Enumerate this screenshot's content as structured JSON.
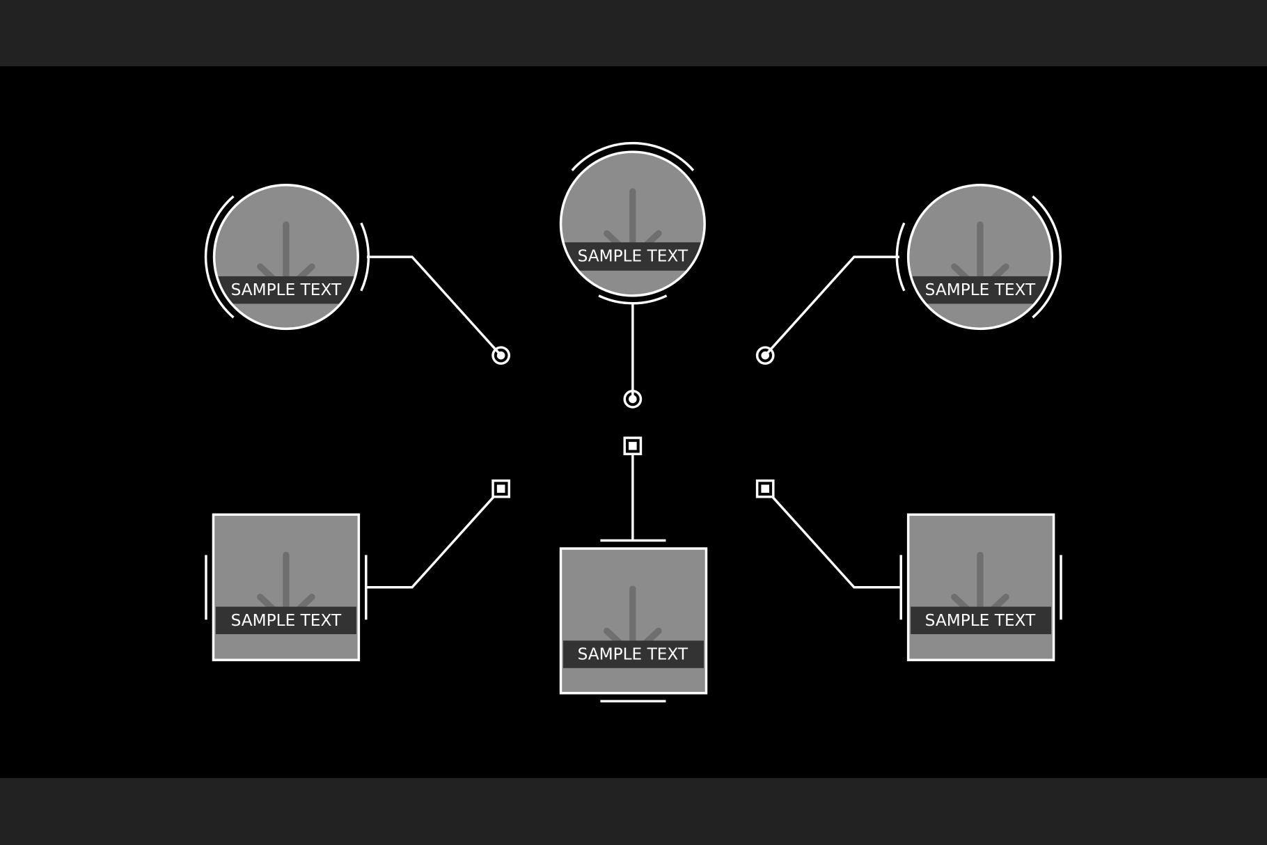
{
  "colors": {
    "background": "#000000",
    "bars": "#222222",
    "node_fill": "#8c8c8c",
    "band": "#333333",
    "arrow": "#6f6f6f",
    "stroke": "#ffffff"
  },
  "nodes": [
    {
      "shape": "circle",
      "label": "SAMPLE TEXT",
      "icon": "arrow-down-icon"
    },
    {
      "shape": "circle",
      "label": "SAMPLE TEXT",
      "icon": "arrow-down-icon"
    },
    {
      "shape": "circle",
      "label": "SAMPLE TEXT",
      "icon": "arrow-down-icon"
    },
    {
      "shape": "square",
      "label": "SAMPLE TEXT",
      "icon": "arrow-down-icon"
    },
    {
      "shape": "square",
      "label": "SAMPLE TEXT",
      "icon": "arrow-down-icon"
    },
    {
      "shape": "square",
      "label": "SAMPLE TEXT",
      "icon": "arrow-down-icon"
    }
  ]
}
